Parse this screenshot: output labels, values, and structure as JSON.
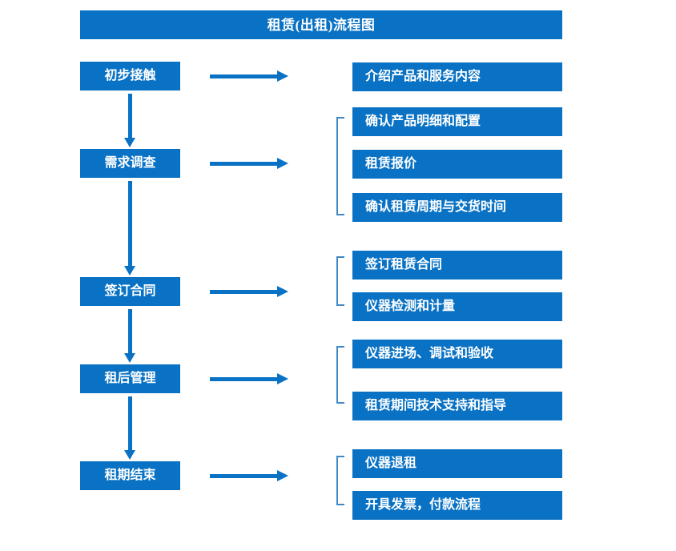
{
  "title": "租赁(出租)流程图",
  "colors": {
    "primary": "#0a72c4",
    "bracket": "#3f88c5",
    "text_on_primary": "#ffffff",
    "background": "#ffffff"
  },
  "chart_data": {
    "type": "diagram",
    "diagram_kind": "flowchart",
    "title": "租赁(出租)流程图",
    "orientation": "top-to-bottom stages with right-side detail lists",
    "stages": [
      {
        "id": "stage-1",
        "label": "初步接触",
        "details": [
          "介绍产品和服务内容"
        ],
        "bracketed": false
      },
      {
        "id": "stage-2",
        "label": "需求调查",
        "details": [
          "确认产品明细和配置",
          "租赁报价",
          "确认租赁周期与交货时间"
        ],
        "bracketed": true
      },
      {
        "id": "stage-3",
        "label": "签订合同",
        "details": [
          "签订租赁合同",
          "仪器检测和计量"
        ],
        "bracketed": true
      },
      {
        "id": "stage-4",
        "label": "租后管理",
        "details": [
          "仪器进场、调试和验收",
          "租赁期间技术支持和指导"
        ],
        "bracketed": true
      },
      {
        "id": "stage-5",
        "label": "租期结束",
        "details": [
          "仪器退租",
          "开具发票，付款流程"
        ],
        "bracketed": true
      }
    ],
    "connectors": {
      "vertical_arrows": 4,
      "horizontal_arrows": 5,
      "arrow_color": "#0a72c4"
    }
  },
  "left_boxes": [
    {
      "label": "初步接触"
    },
    {
      "label": "需求调查"
    },
    {
      "label": "签订合同"
    },
    {
      "label": "租后管理"
    },
    {
      "label": "租期结束"
    }
  ],
  "right_boxes": [
    {
      "label": "介绍产品和服务内容"
    },
    {
      "label": "确认产品明细和配置"
    },
    {
      "label": "租赁报价"
    },
    {
      "label": "确认租赁周期与交货时间"
    },
    {
      "label": "签订租赁合同"
    },
    {
      "label": "仪器检测和计量"
    },
    {
      "label": "仪器进场、调试和验收"
    },
    {
      "label": "租赁期间技术支持和指导"
    },
    {
      "label": "仪器退租"
    },
    {
      "label": "开具发票，付款流程"
    }
  ]
}
